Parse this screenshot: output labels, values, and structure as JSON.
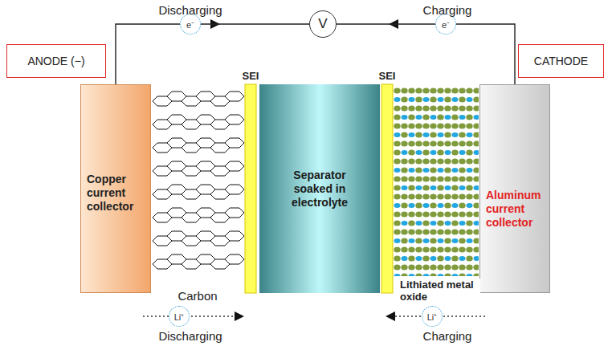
{
  "diagram": {
    "nodes": [
      {
        "text": [
          "ANODE (−)"
        ]
      },
      {
        "text": [
          "e⁻"
        ]
      },
      {
        "text": [
          "V"
        ]
      },
      {
        "text": [
          "e⁻"
        ]
      },
      {
        "text": [
          "CATHODE"
        ]
      },
      {
        "text": [
          "Copper current collector"
        ]
      },
      {
        "text": [
          "Separator soaked in electrolyte"
        ]
      },
      {
        "text": [
          "Aluminum current collector"
        ]
      },
      {
        "text": [
          "Li⁺"
        ]
      },
      {
        "text": [
          "Li⁺"
        ]
      }
    ],
    "edges": [
      {
        "from": 5,
        "to": 2,
        "arrow": "none"
      },
      {
        "from": 2,
        "to": 7,
        "arrow": "none"
      }
    ],
    "labels": [
      "Discharging",
      "Charging",
      "SEI",
      "SEI",
      "Carbon",
      "Lithiated metal oxide",
      "Discharging",
      "Charging"
    ]
  }
}
